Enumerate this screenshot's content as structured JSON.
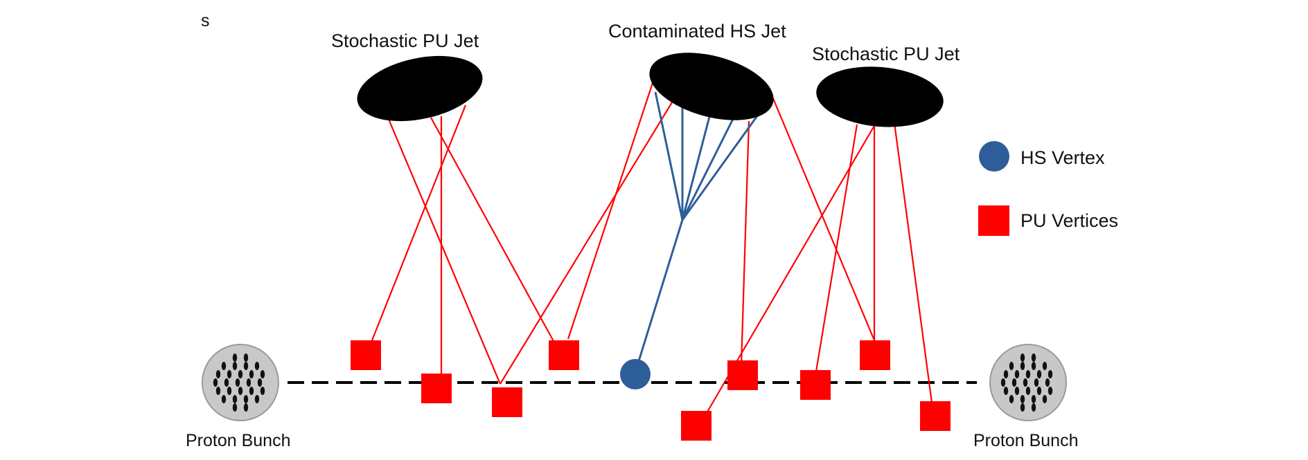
{
  "labels": {
    "corner_mark": "s",
    "jet_left": "Stochastic PU Jet",
    "jet_center": "Contaminated HS Jet",
    "jet_right": "Stochastic PU Jet",
    "bunch_left": "Proton Bunch",
    "bunch_right": "Proton Bunch"
  },
  "legend": {
    "hs_label": "HS Vertex",
    "pu_label": "PU Vertices"
  },
  "colors": {
    "pu": "#ff0000",
    "hs": "#2e5e99",
    "jet": "#000000",
    "bunch_fill": "#c8c8c8",
    "beamline": "#000000"
  }
}
